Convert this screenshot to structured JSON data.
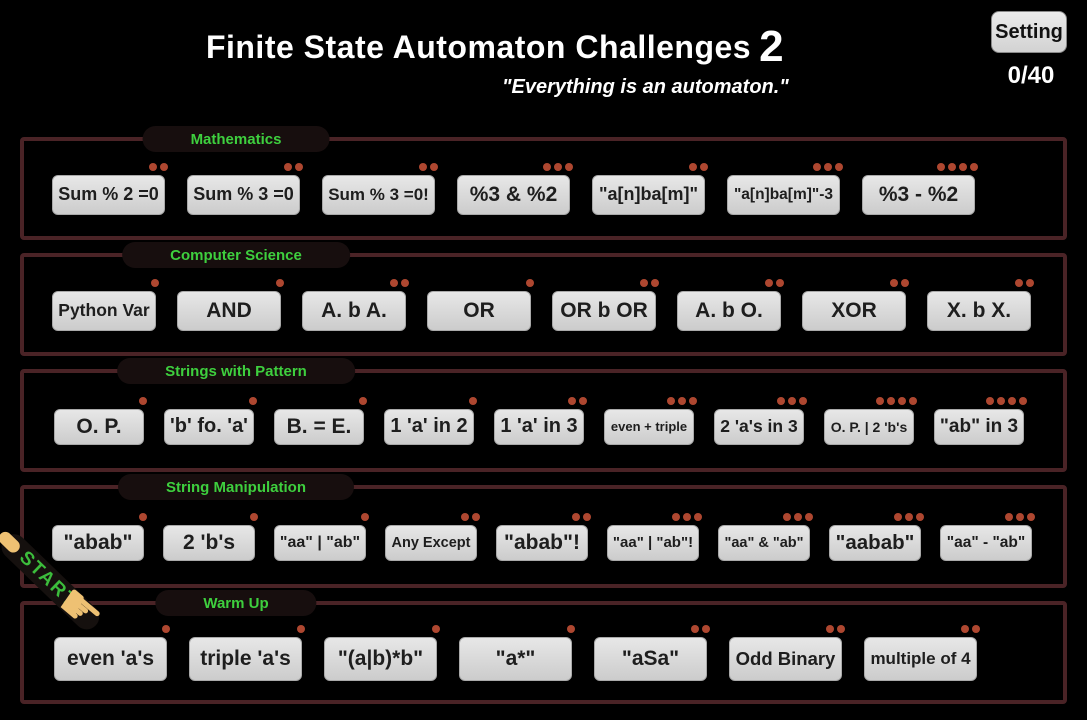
{
  "header": {
    "title": "Finite State Automaton Challenges",
    "title_number": "2",
    "subtitle": "\"Everything is an automaton.\"",
    "setting_label": "Setting",
    "progress": "0/40"
  },
  "start_hint": {
    "label": "START",
    "hand_glyph": "☛"
  },
  "colors": {
    "background": "#000000",
    "section_border": "#4a2326",
    "category_pill_bg": "#170e0e",
    "category_label": "#3ecf3e",
    "button_text": "#1e1e1e",
    "dot": "#ae4730",
    "title_text": "#ffffff",
    "start_label": "#3cbd3c",
    "hand": "#eec173"
  },
  "sections": [
    {
      "label": "Mathematics",
      "challenges": [
        {
          "label": "Sum % 2 =0",
          "dots": 2
        },
        {
          "label": "Sum % 3 =0",
          "dots": 2
        },
        {
          "label": "Sum % 3 =0!",
          "dots": 2
        },
        {
          "label": "%3 & %2",
          "dots": 3
        },
        {
          "label": "\"a[n]ba[m]\"",
          "dots": 2
        },
        {
          "label": "\"a[n]ba[m]\"-3",
          "dots": 3
        },
        {
          "label": "%3 - %2",
          "dots": 4
        }
      ]
    },
    {
      "label": "Computer Science",
      "challenges": [
        {
          "label": "Python Var",
          "dots": 1
        },
        {
          "label": "AND",
          "dots": 1
        },
        {
          "label": "A. b A.",
          "dots": 2
        },
        {
          "label": "OR",
          "dots": 1
        },
        {
          "label": "OR b OR",
          "dots": 2
        },
        {
          "label": "A. b O.",
          "dots": 2
        },
        {
          "label": "XOR",
          "dots": 2
        },
        {
          "label": "X. b X.",
          "dots": 2
        }
      ]
    },
    {
      "label": "Strings with Pattern",
      "challenges": [
        {
          "label": "O. P.",
          "dots": 1
        },
        {
          "label": "'b' fo. 'a'",
          "dots": 1
        },
        {
          "label": "B. = E.",
          "dots": 1
        },
        {
          "label": "1 'a' in 2",
          "dots": 1
        },
        {
          "label": "1 'a' in 3",
          "dots": 2
        },
        {
          "label": "even + triple",
          "dots": 3
        },
        {
          "label": "2 'a's in 3",
          "dots": 3
        },
        {
          "label": "O. P. | 2 'b's",
          "dots": 4
        },
        {
          "label": "\"ab\" in 3",
          "dots": 4
        }
      ]
    },
    {
      "label": "String Manipulation",
      "challenges": [
        {
          "label": "\"abab\"",
          "dots": 1
        },
        {
          "label": "2 'b's",
          "dots": 1
        },
        {
          "label": "\"aa\" | \"ab\"",
          "dots": 1
        },
        {
          "label": "Any Except",
          "dots": 2
        },
        {
          "label": "\"abab\"!",
          "dots": 2
        },
        {
          "label": "\"aa\" | \"ab\"!",
          "dots": 3
        },
        {
          "label": "\"aa\" & \"ab\"",
          "dots": 3
        },
        {
          "label": "\"aabab\"",
          "dots": 3
        },
        {
          "label": "\"aa\" - \"ab\"",
          "dots": 3
        }
      ]
    },
    {
      "label": "Warm Up",
      "challenges": [
        {
          "label": "even 'a's",
          "dots": 1
        },
        {
          "label": "triple 'a's",
          "dots": 1
        },
        {
          "label": "\"(a|b)*b\"",
          "dots": 1
        },
        {
          "label": "\"a*\"",
          "dots": 1
        },
        {
          "label": "\"aSa\"",
          "dots": 2
        },
        {
          "label": "Odd Binary",
          "dots": 2
        },
        {
          "label": "multiple of 4",
          "dots": 2
        }
      ]
    }
  ]
}
